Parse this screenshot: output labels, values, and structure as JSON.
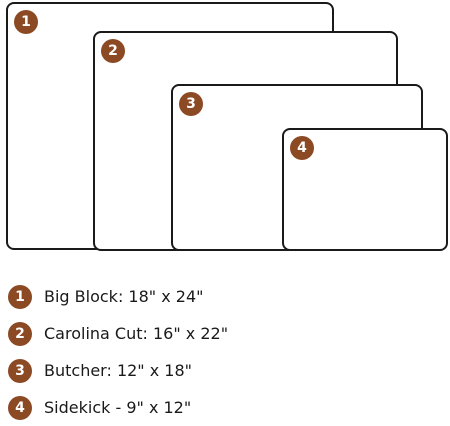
{
  "boards": [
    {
      "number": "1"
    },
    {
      "number": "2"
    },
    {
      "number": "3"
    },
    {
      "number": "4"
    }
  ],
  "legend": [
    {
      "number": "1",
      "label": "Big Block: 18\" x 24\""
    },
    {
      "number": "2",
      "label": "Carolina Cut: 16\" x 22\""
    },
    {
      "number": "3",
      "label": "Butcher: 12\" x 18\""
    },
    {
      "number": "4",
      "label": "Sidekick - 9\" x 12\""
    }
  ],
  "colors": {
    "badge": "#8b4a24",
    "outline": "#1a1a1a"
  }
}
